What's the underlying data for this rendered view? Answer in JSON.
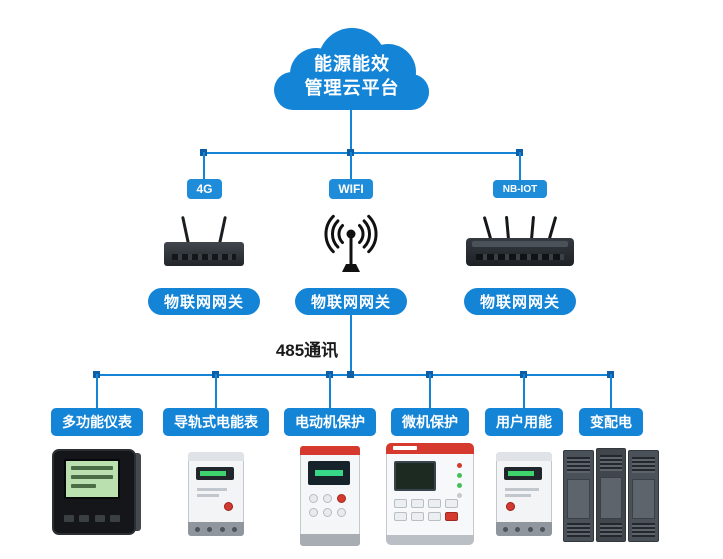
{
  "palette": {
    "primary_blue": "#1484d6",
    "badge_blue": "#1e8cd8",
    "junction_blue": "#0c5fa6",
    "text_dark": "#1a1a1a",
    "white": "#ffffff"
  },
  "cloud": {
    "line1": "能源能效",
    "line2": "管理云平台"
  },
  "gateways": [
    {
      "badge": "4G",
      "label": "物联网网关"
    },
    {
      "badge": "WIFI",
      "label": "物联网网关"
    },
    {
      "badge": "NB-IOT",
      "label": "物联网网关"
    }
  ],
  "bus_label": "485通讯",
  "endpoints": [
    {
      "label": "多功能仪表"
    },
    {
      "label": "导轨式电能表"
    },
    {
      "label": "电动机保护"
    },
    {
      "label": "微机保护"
    },
    {
      "label": "用户用能"
    },
    {
      "label": "变配电"
    }
  ],
  "icons": {
    "cloud": "cloud-icon",
    "gateway_4g": "4g-router-icon",
    "gateway_wifi": "wifi-antenna-icon",
    "gateway_nbiot": "nbiot-router-icon",
    "endpoint_devices": [
      "multifunction-meter-image",
      "din-rail-meter-image",
      "motor-protector-image",
      "microcomputer-protection-image",
      "user-energy-meter-image",
      "power-distribution-cabinet-image"
    ]
  }
}
